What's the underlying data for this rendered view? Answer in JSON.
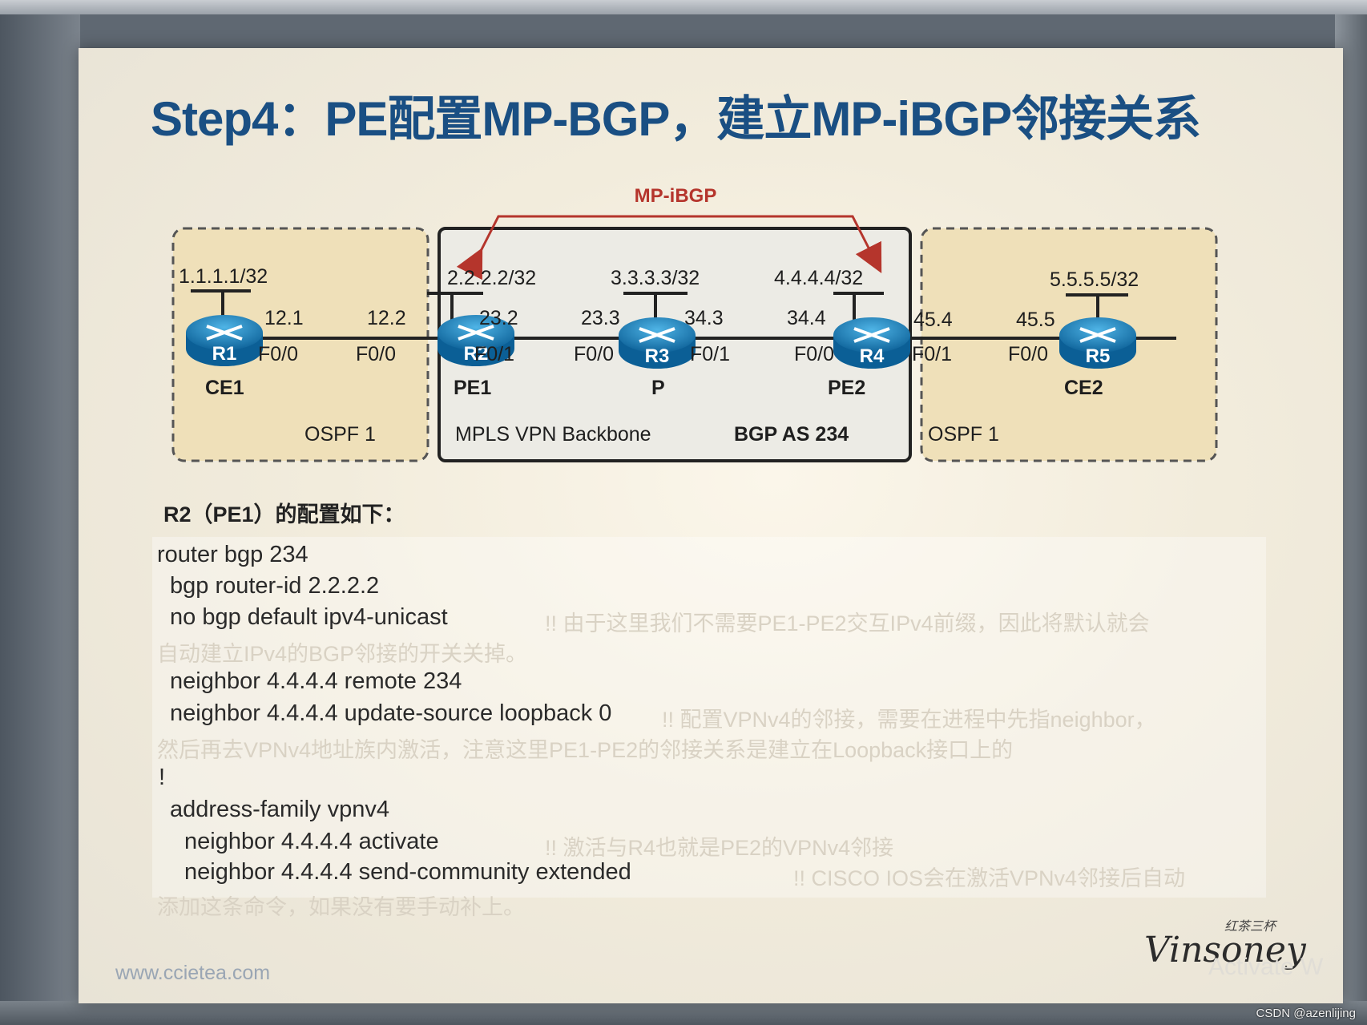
{
  "slide": {
    "title": "Step4：PE配置MP-BGP，建立MP-iBGP邻接关系",
    "config_heading": "R2（PE1）的配置如下：",
    "site_url": "www.ccietea.com",
    "brand": "Vinsoney",
    "brand_small": "红茶三杯",
    "activate_watermark": "Activate W"
  },
  "diagram": {
    "mp_ibgp_label": "MP-iBGP",
    "zones": {
      "left": "OSPF 1",
      "backbone": "MPLS VPN Backbone",
      "backbone_as": "BGP AS 234",
      "right": "OSPF 1"
    },
    "routers": [
      {
        "id": "R1",
        "role": "CE1",
        "loopback": "1.1.1.1/32"
      },
      {
        "id": "R2",
        "role": "PE1",
        "loopback": "2.2.2.2/32"
      },
      {
        "id": "R3",
        "role": "P",
        "loopback": "3.3.3.3/32"
      },
      {
        "id": "R4",
        "role": "PE2",
        "loopback": "4.4.4.4/32"
      },
      {
        "id": "R5",
        "role": "CE2",
        "loopback": "5.5.5.5/32"
      }
    ],
    "links": [
      {
        "left_ip": "12.1",
        "left_if": "F0/0",
        "right_ip": "12.2",
        "right_if": "F0/0"
      },
      {
        "left_ip": "23.2",
        "left_if": "F0/1",
        "right_ip": "23.3",
        "right_if": "F0/0"
      },
      {
        "left_ip": "34.3",
        "left_if": "F0/1",
        "right_ip": "34.4",
        "right_if": "F0/0"
      },
      {
        "left_ip": "45.4",
        "left_if": "F0/1",
        "right_ip": "45.5",
        "right_if": "F0/0"
      }
    ]
  },
  "config": {
    "lines": [
      "router bgp 234",
      "bgp router-id 2.2.2.2",
      "no bgp default ipv4-unicast",
      "neighbor 4.4.4.4 remote 234",
      "neighbor 4.4.4.4 update-source loopback 0",
      "!",
      "address-family vpnv4",
      "neighbor 4.4.4.4 activate",
      "neighbor 4.4.4.4 send-community extended"
    ],
    "comments": [
      "!! 由于这里我们不需要PE1-PE2交互IPv4前缀，因此将默认就会",
      "自动建立IPv4的BGP邻接的开关关掉。",
      "!! 配置VPNv4的邻接，需要在进程中先指neighbor，",
      "然后再去VPNv4地址族内激活，注意这里PE1-PE2的邻接关系是建立在Loopback接口上的",
      "!! 激活与R4也就是PE2的VPNv4邻接",
      "!! CISCO IOS会在激活VPNv4邻接后自动",
      "添加这条命令，如果没有要手动补上。"
    ]
  },
  "watermark": "CSDN @azenlijing"
}
